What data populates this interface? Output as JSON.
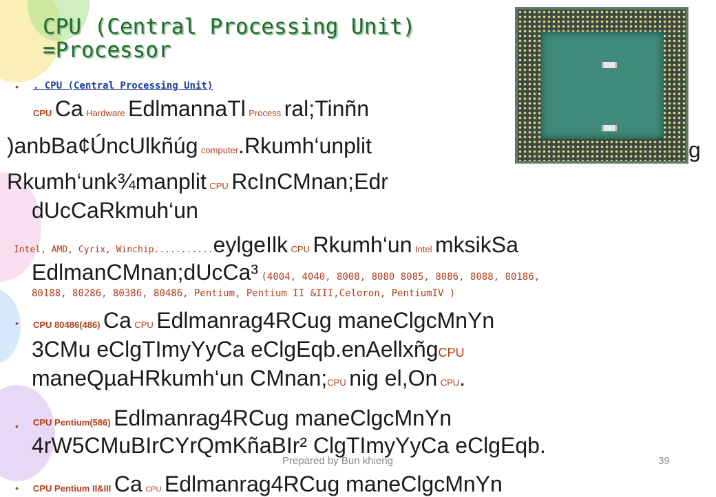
{
  "slide": {
    "title_line1": "CPU (Central Processing Unit)",
    "title_line2": "=Processor",
    "bullet1": {
      "link": ". CPU (Central Processing Unit)",
      "l2_a": "CPU",
      "l2_b": "Ca",
      "l2_c": "Hardware",
      "l2_d": "EdlmannaTl",
      "l2_e": "Process",
      "l2_f": "ral;Tinñn",
      "l3_a": ")anbBa¢ÚncUlkñúg",
      "l3_b": "computer",
      "l3_c": ".Rkumh‘unplit",
      "l3_d": "g",
      "l4_a": "Rkumh‘unk¾manplit",
      "l4_b": "CPU",
      "l4_c": "RcInCMnan;Edr",
      "l5": "dUcCaRkmuh‘un",
      "l6_a": "Intel, AMD, Cyrix, Winchip...........",
      "l6_b": "eylgeIlk",
      "l6_c": "CPU",
      "l6_d": "Rkumh‘un",
      "l6_e": "Intel",
      "l6_f": "mksikSa",
      "l7_a": "EdlmanCMnan;dUcCa³",
      "l7_b": "(4004, 4040, 8008,  8080 8085, 8086, 8088, 80186,",
      "l8": "80188, 80286, 80386, 80486, Pentium, Pentium II &III,Celoron, PentiumIV  )"
    },
    "bullet2": {
      "a": "CPU 80486(486)",
      "b": "Ca",
      "c": "CPU",
      "d": "Edlmanrag4RCug maneClgcMnYn",
      "l2": "3CMu eClgTImyYyCa eClgEqb.enAellxñg",
      "l2_b": "CPU",
      "l3_a": "maneQµaHRkumh‘un CMnan;",
      "l3_b": "CPU",
      "l3_c": "nig el,On",
      "l3_d": "CPU",
      "l3_e": "."
    },
    "bullet3": {
      "a": "CPU Pentium(586)",
      "b": "Edlmanrag4RCug maneClgcMnYn",
      "l2": "4rW5CMuBIrCYrQmKñaBIr² ClgTImyYyCa eClgEqb."
    },
    "bullet4": {
      "a": "CPU Pentium II&III",
      "b": "Ca",
      "c": "CPU",
      "d": "Edlmanrag4RCug maneClgcMnYn"
    },
    "footer": "Prepared by Bun khieng",
    "page_number": "39"
  },
  "colors": {
    "title": "#1f6b2a",
    "accent": "#b23c17",
    "link": "#1d3fa0",
    "body": "#1a1a1a"
  }
}
